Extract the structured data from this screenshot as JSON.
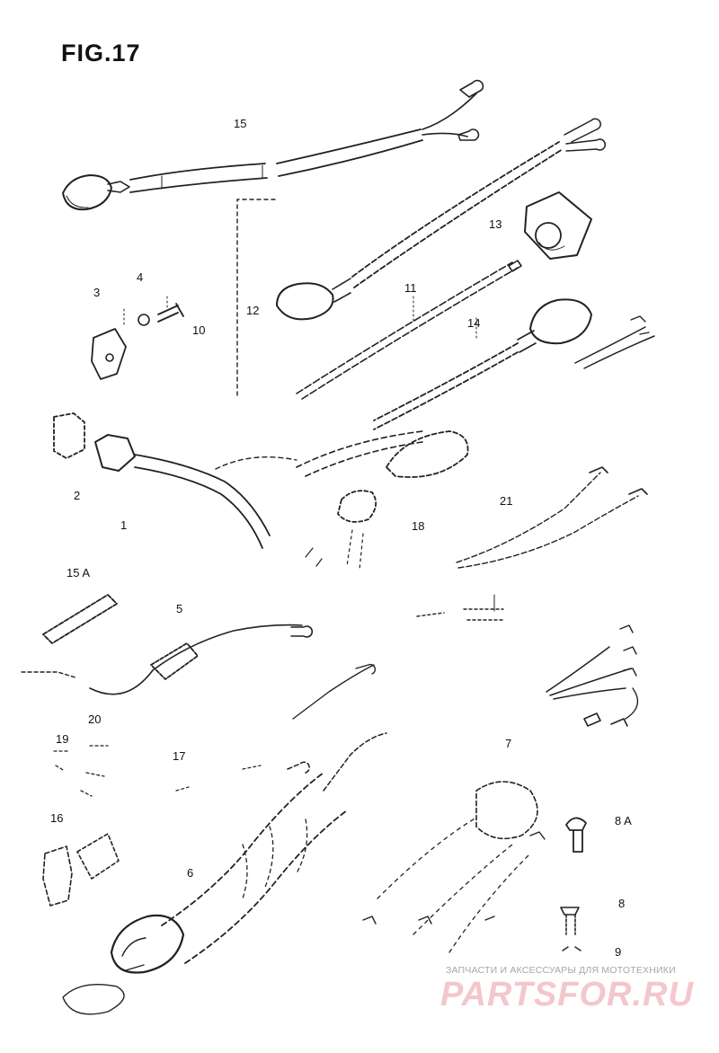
{
  "figure": {
    "title": "FIG.17"
  },
  "callouts": [
    {
      "id": "15",
      "text": "15"
    },
    {
      "id": "13",
      "text": "13"
    },
    {
      "id": "3",
      "text": "3"
    },
    {
      "id": "4",
      "text": "4"
    },
    {
      "id": "11",
      "text": "11"
    },
    {
      "id": "12",
      "text": "12"
    },
    {
      "id": "10",
      "text": "10"
    },
    {
      "id": "14",
      "text": "14"
    },
    {
      "id": "2",
      "text": "2"
    },
    {
      "id": "1",
      "text": "1"
    },
    {
      "id": "18",
      "text": "18"
    },
    {
      "id": "21",
      "text": "21"
    },
    {
      "id": "15a",
      "text": "15 A"
    },
    {
      "id": "5",
      "text": "5"
    },
    {
      "id": "20",
      "text": "20"
    },
    {
      "id": "19",
      "text": "19"
    },
    {
      "id": "17",
      "text": "17"
    },
    {
      "id": "7",
      "text": "7"
    },
    {
      "id": "16",
      "text": "16"
    },
    {
      "id": "8a",
      "text": "8 A"
    },
    {
      "id": "6",
      "text": "6"
    },
    {
      "id": "8",
      "text": "8"
    },
    {
      "id": "9",
      "text": "9"
    }
  ],
  "watermark": {
    "caption": "ЗАПЧАСТИ И АКСЕССУАРЫ ДЛЯ МОТОТЕХНИКИ",
    "logo": "PARTSFOR.RU",
    "color": "#e8a0a8"
  }
}
